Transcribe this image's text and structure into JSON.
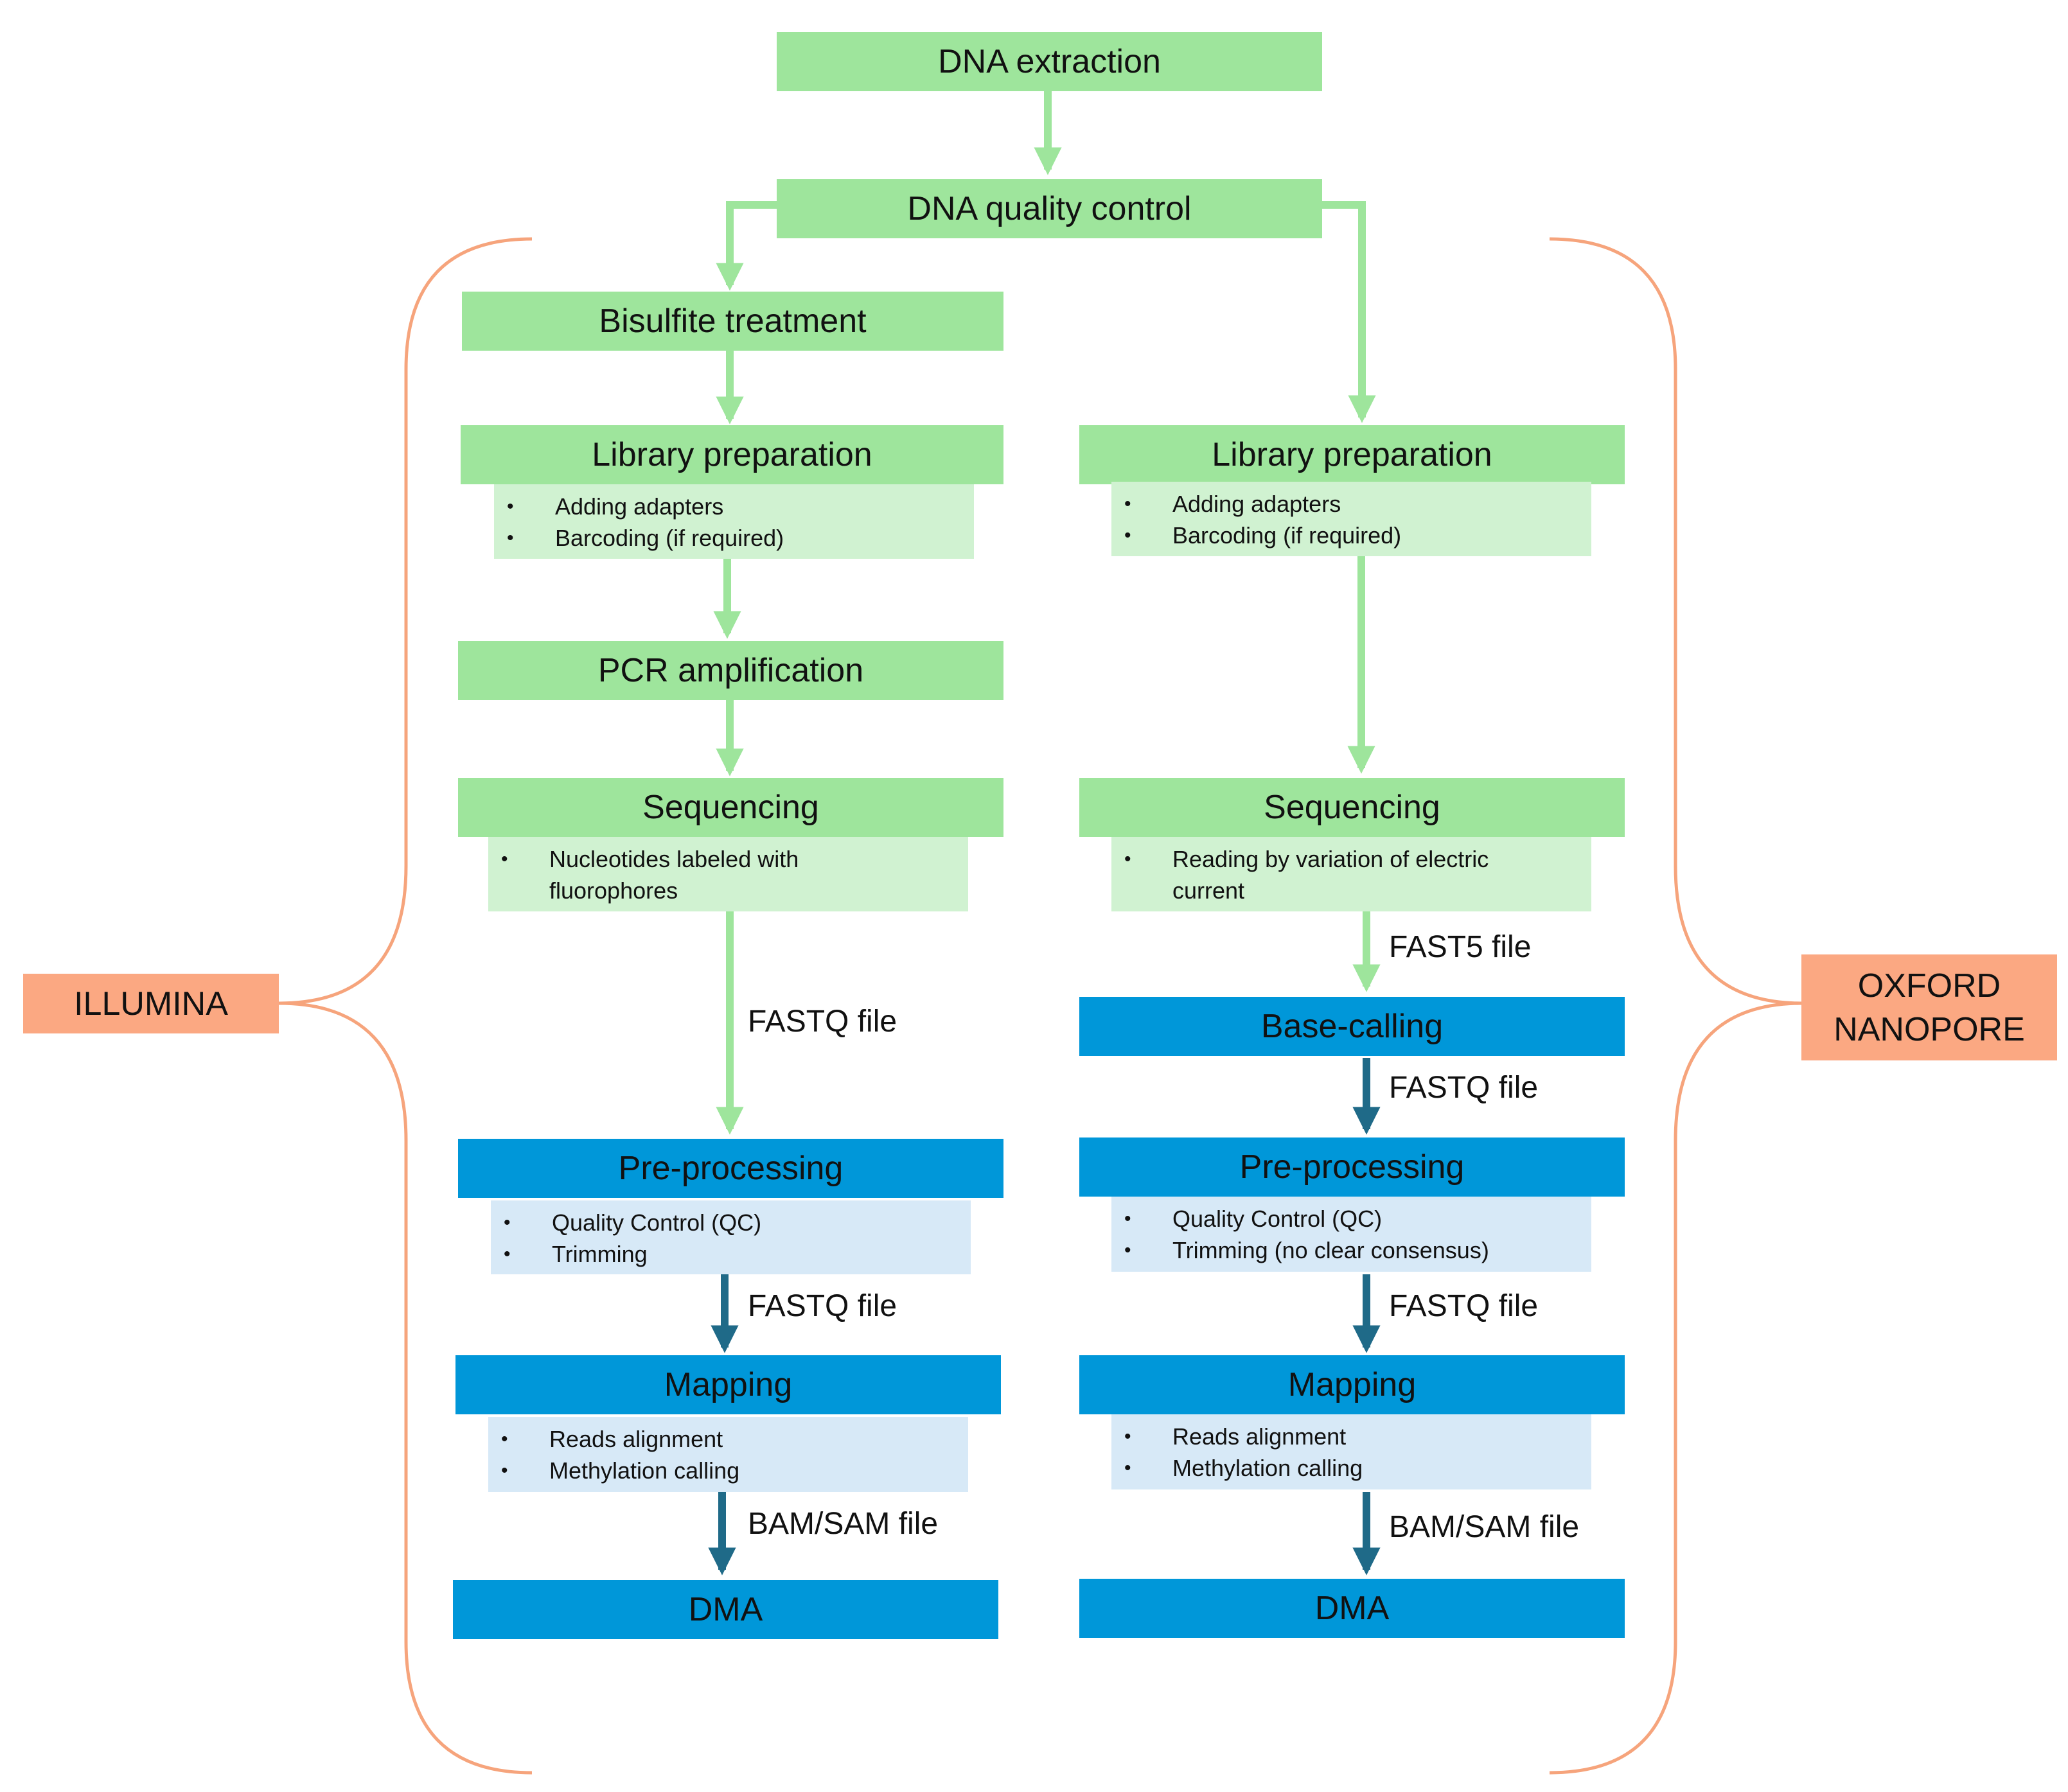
{
  "platforms": {
    "left": "ILLUMINA",
    "right_line1": "OXFORD",
    "right_line2": "NANOPORE"
  },
  "top": {
    "dna_extraction": "DNA extraction",
    "dna_quality_control": "DNA quality control"
  },
  "illumina": {
    "bisulfite": "Bisulfite treatment",
    "library_prep": "Library preparation",
    "library_items": [
      "Adding adapters",
      "Barcoding (if required)"
    ],
    "pcr": "PCR amplification",
    "sequencing": "Sequencing",
    "sequencing_items_line1": "Nucleotides labeled with",
    "sequencing_items_line2": "fluorophores",
    "fastq_1": "FASTQ file",
    "preprocessing": "Pre-processing",
    "preprocessing_items": [
      "Quality Control (QC)",
      "Trimming"
    ],
    "fastq_2": "FASTQ file",
    "mapping": "Mapping",
    "mapping_items": [
      "Reads alignment",
      "Methylation calling"
    ],
    "bam": "BAM/SAM file",
    "dma": "DMA"
  },
  "nanopore": {
    "library_prep": "Library preparation",
    "library_items": [
      "Adding adapters",
      "Barcoding (if required)"
    ],
    "sequencing": "Sequencing",
    "sequencing_items_line1": "Reading by variation of electric",
    "sequencing_items_line2": "current",
    "fast5": "FAST5 file",
    "basecalling": "Base-calling",
    "fastq_1": "FASTQ file",
    "preprocessing": "Pre-processing",
    "preprocessing_items": [
      "Quality Control (QC)",
      "Trimming (no clear consensus)"
    ],
    "fastq_2": "FASTQ file",
    "mapping": "Mapping",
    "mapping_items": [
      "Reads alignment",
      "Methylation calling"
    ],
    "bam": "BAM/SAM file",
    "dma": "DMA"
  },
  "colors": {
    "green_box": "#9ee59c",
    "light_green": "#d0f2d1",
    "blue_box": "#0097d9",
    "light_blue": "#d7e9f7",
    "green_arrow": "#9ee59c",
    "dark_arrow": "#1f6a88",
    "platform": "#fba882",
    "brace": "#f6a47c"
  }
}
